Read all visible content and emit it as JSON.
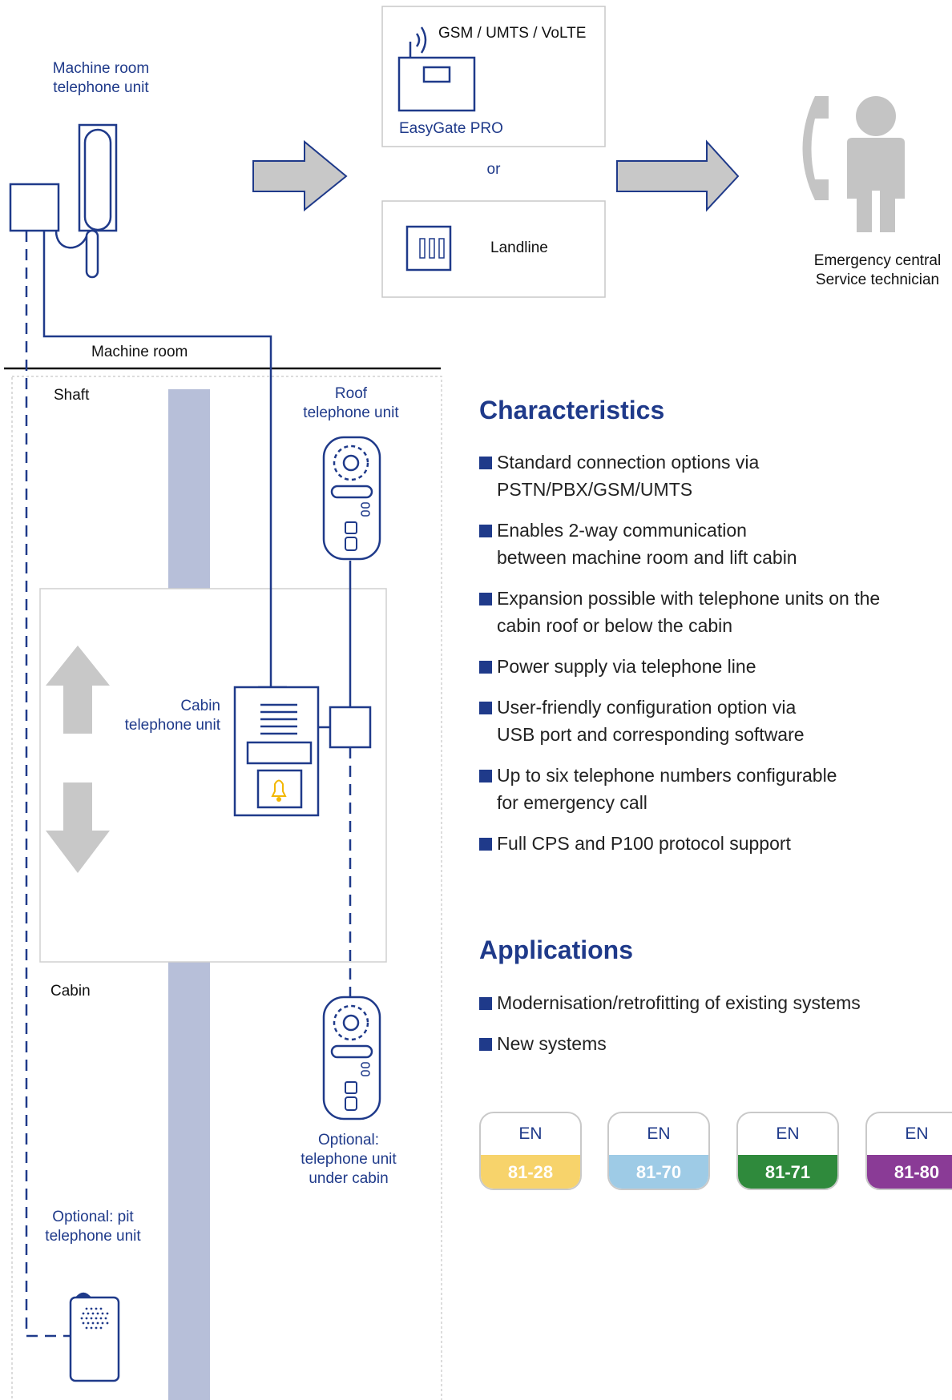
{
  "labels": {
    "machine_room_unit": "Machine room\ntelephone unit",
    "gsm": "GSM / UMTS / VoLTE",
    "easygate": "EasyGate PRO",
    "or": "or",
    "landline": "Landline",
    "emergency": "Emergency central\nService technician",
    "machine_room": "Machine room",
    "shaft": "Shaft",
    "roof_unit": "Roof\ntelephone unit",
    "cabin_unit": "Cabin\ntelephone unit",
    "cabin": "Cabin",
    "under_cabin": "Optional:\ntelephone unit\nunder cabin",
    "pit_unit": "Optional: pit\ntelephone unit"
  },
  "characteristics": {
    "title": "Characteristics",
    "items": [
      "Standard connection options via\nPSTN/PBX/GSM/UMTS",
      "Enables 2-way communication\nbetween machine room and lift cabin",
      "Expansion possible with telephone units on the\ncabin roof or below the cabin",
      "Power supply via telephone line",
      "User-friendly configuration option via\nUSB port and corresponding software",
      "Up to six telephone numbers configurable\nfor emergency call",
      "Full CPS and P100 protocol support"
    ]
  },
  "applications": {
    "title": "Applications",
    "items": [
      "Modernisation/retrofitting of existing systems",
      "New systems"
    ]
  },
  "badges": [
    {
      "top": "EN",
      "bottom": "81-28",
      "color": "#f7d36b"
    },
    {
      "top": "EN",
      "bottom": "81-70",
      "color": "#9ecbe6"
    },
    {
      "top": "EN",
      "bottom": "81-71",
      "color": "#2f8a3c"
    },
    {
      "top": "EN",
      "bottom": "81-80",
      "color": "#8a3b96"
    }
  ],
  "colors": {
    "primary": "#1f3a8a",
    "rail": "#b7bfd9",
    "arrow": "#c8c8c8",
    "person": "#c4c4c4",
    "bell": "#f2b705"
  }
}
